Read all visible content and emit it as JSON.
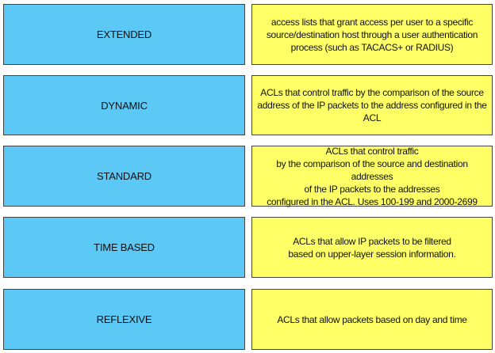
{
  "rows": [
    {
      "term": "EXTENDED",
      "definition": "access lists that grant access per user to a specific\nsource/destination host through a user authentication\nprocess (such as TACACS+ or RADIUS)"
    },
    {
      "term": "DYNAMIC",
      "definition": "ACLs that control traffic by the comparison of the source\naddress of the IP packets to the address configured in the\nACL"
    },
    {
      "term": "STANDARD",
      "definition": "ACLs that control traffic\nby the comparison of the source and destination addresses\nof the IP packets to the addresses\nconfigured in the ACL. Uses 100-199 and 2000-2699"
    },
    {
      "term": "TIME BASED",
      "definition": "ACLs that allow IP packets to be filtered\nbased on upper-layer session information."
    },
    {
      "term": "REFLEXIVE",
      "definition": "ACLs that allow packets based on day and time"
    }
  ],
  "colors": {
    "term_box": "#5bc8f5",
    "definition_box": "#ffff66",
    "border": "#444444"
  }
}
